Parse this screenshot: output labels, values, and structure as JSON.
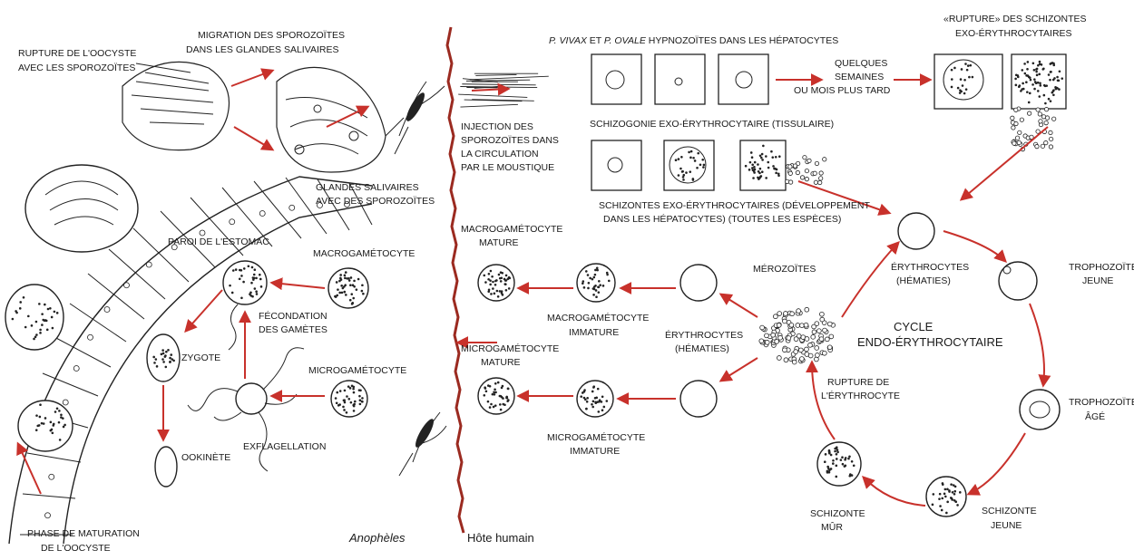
{
  "colors": {
    "arrow": "#c8312b",
    "ink": "#1a1a1a",
    "divider": "#9b2a20",
    "background": "#ffffff"
  },
  "sections": {
    "mosquito": "Anophèles",
    "human": "Hôte humain"
  },
  "mosquito_labels": {
    "oocyst_rupture": [
      "RUPTURE DE L'OOCYSTE",
      "AVEC LES SPOROZOÏTES"
    ],
    "migration": [
      "MIGRATION DES SPOROZOÏTES",
      "DANS LES GLANDES SALIVAIRES"
    ],
    "salivary_glands": [
      "GLANDES SALIVAIRES",
      "AVEC DES SPOROZOÏTES"
    ],
    "stomach_wall": "PAROI DE L'ESTOMAC",
    "macrogametocyte": "MACROGAMÉTOCYTE",
    "microgametocyte": "MICROGAMÉTOCYTE",
    "fertilization": [
      "FÉCONDATION",
      "DES GAMÈTES"
    ],
    "zygote": "ZYGOTE",
    "exflagellation": "EXFLAGELLATION",
    "ookinete": "OOKINÈTE",
    "oocyst_maturation": [
      "PHASE DE MATURATION",
      "DE L'OOCYSTE"
    ]
  },
  "human_labels": {
    "hypnozoites_italic_1": "P. VIVAX",
    "hypnozoites_mid": " ET ",
    "hypnozoites_italic_2": "P. OVALE",
    "hypnozoites_rest": " HYPNOZOÏTES DANS LES HÉPATOCYTES",
    "later": [
      "QUELQUES",
      "SEMAINES",
      "OU MOIS PLUS TARD"
    ],
    "schizont_rupture": [
      "«RUPTURE» DES SCHIZONTES",
      "EXO-ÉRYTHROCYTAIRES"
    ],
    "injection": [
      "INJECTION DES",
      "SPOROZOÏTES DANS",
      "LA CIRCULATION",
      "PAR LE MOUSTIQUE"
    ],
    "exo_schizogony": "SCHIZOGONIE EXO-ÉRYTHROCYTAIRE (TISSULAIRE)",
    "exo_schizonts": [
      "SCHIZONTES EXO-ÉRYTHROCYTAIRES (DÉVELOPPEMENT",
      "DANS LES HÉPATOCYTES) (TOUTES LES ESPÈCES)"
    ],
    "macro_mature": [
      "MACROGAMÉTOCYTE",
      "MATURE"
    ],
    "macro_immature": [
      "MACROGAMÉTOCYTE",
      "IMMATURE"
    ],
    "micro_mature": [
      "MICROGAMÉTOCYTE",
      "MATURE"
    ],
    "micro_immature": [
      "MICROGAMÉTOCYTE",
      "IMMATURE"
    ],
    "erythrocytes_left": [
      "ÉRYTHROCYTES",
      "(HÉMATIES)"
    ],
    "merozoites": "MÉROZOÏTES",
    "erythrocytes_cycle": [
      "ÉRYTHROCYTES",
      "(HÉMATIES)"
    ],
    "cycle": [
      "CYCLE",
      "ENDO-ÉRYTHROCYTAIRE"
    ],
    "rupture_erythrocyte": [
      "RUPTURE DE",
      "L'ÉRYTHROCYTE"
    ],
    "young_trophozoite": [
      "TROPHOZOÏTE",
      "JEUNE"
    ],
    "old_trophozoite": [
      "TROPHOZOÏTE",
      "ÂGÉ"
    ],
    "young_schizont": [
      "SCHIZONTE",
      "JEUNE"
    ],
    "mature_schizont": [
      "SCHIZONTE",
      "MÛR"
    ]
  }
}
